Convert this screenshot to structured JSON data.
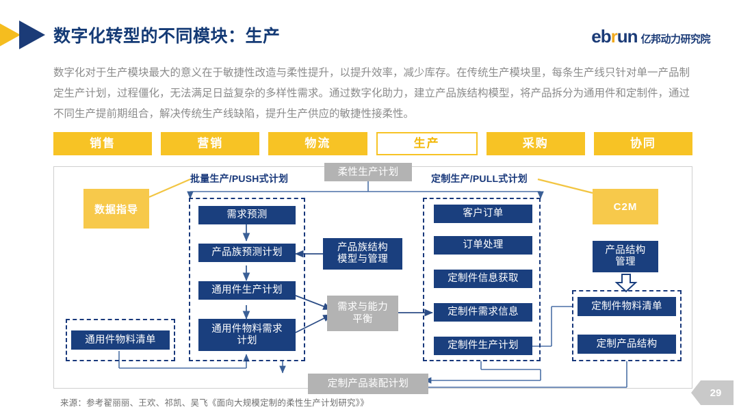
{
  "header": {
    "title": "数字化转型的不同模块：生产",
    "logo_en_1": "eb",
    "logo_en_r": "r",
    "logo_en_2": "un",
    "logo_cn": "亿邦动力研究院",
    "arrow_yellow_icon": "triangle-right-icon",
    "arrow_navy_icon": "triangle-right-icon"
  },
  "body": {
    "paragraph": "数字化对于生产模块最大的意义在于敏捷性改造与柔性提升，以提升效率，减少库存。在传统生产模块里，每条生产线只针对单一产品制定生产计划，过程僵化，无法满足日益复杂的多样性需求。通过数字化助力，建立产品族结构模型，将产品拆分为通用件和定制件，通过不同生产提前期组合，解决传统生产线缺陷，提升生产供应的敏捷性接柔性。"
  },
  "tabs": [
    {
      "label": "销售",
      "active": false
    },
    {
      "label": "营销",
      "active": false
    },
    {
      "label": "物流",
      "active": false
    },
    {
      "label": "生产",
      "active": true
    },
    {
      "label": "采购",
      "active": false
    },
    {
      "label": "协同",
      "active": false
    }
  ],
  "diagram": {
    "group_labels": {
      "push": "批量生产/PUSH式计划",
      "pull": "定制生产/PULL式计划"
    },
    "gray_boxes": {
      "flexible_plan": "柔性生产计划",
      "balance": "需求与能力\n平衡",
      "balance_line1": "需求与能力",
      "balance_line2": "平衡",
      "assembly_plan": "定制产品装配计划"
    },
    "yellow_boxes": {
      "data_guide": "数据指导",
      "c2m": "C2M"
    },
    "push_column": [
      "需求预测",
      "产品族预测计划",
      "通用件生产计划",
      "通用件物料需求\n计划"
    ],
    "push_column_labels": {
      "b0": "需求预测",
      "b1": "产品族预测计划",
      "b2": "通用件生产计划",
      "b3_line1": "通用件物料需求",
      "b3_line2": "计划"
    },
    "pull_column": [
      "客户订单",
      "订单处理",
      "定制件信息获取",
      "定制件需求信息",
      "定制件生产计划"
    ],
    "pull_column_labels": {
      "b0": "客户订单",
      "b1": "订单处理",
      "b2": "定制件信息获取",
      "b3": "定制件需求信息",
      "b4": "定制件生产计划"
    },
    "center_box": {
      "line1": "产品族结构",
      "line2": "模型与管理"
    },
    "right_box": {
      "line1": "产品结构",
      "line2": "管理"
    },
    "bom_boxes": {
      "common": "通用件物料清单",
      "custom_bom": "定制件物料清单",
      "custom_structure": "定制产品结构"
    }
  },
  "footer": {
    "source": "来源：参考翟丽丽、王欢、祁凯、吴飞《面向大规模定制的柔性生产计划研究》》",
    "page_number": "29"
  },
  "colors": {
    "navy": "#1a3f7e",
    "title_navy": "#143a75",
    "yellow": "#f7c325",
    "yellow_box": "#f7c94b",
    "gray_box": "#b3b3b3",
    "text_gray": "#8b8b8b"
  }
}
